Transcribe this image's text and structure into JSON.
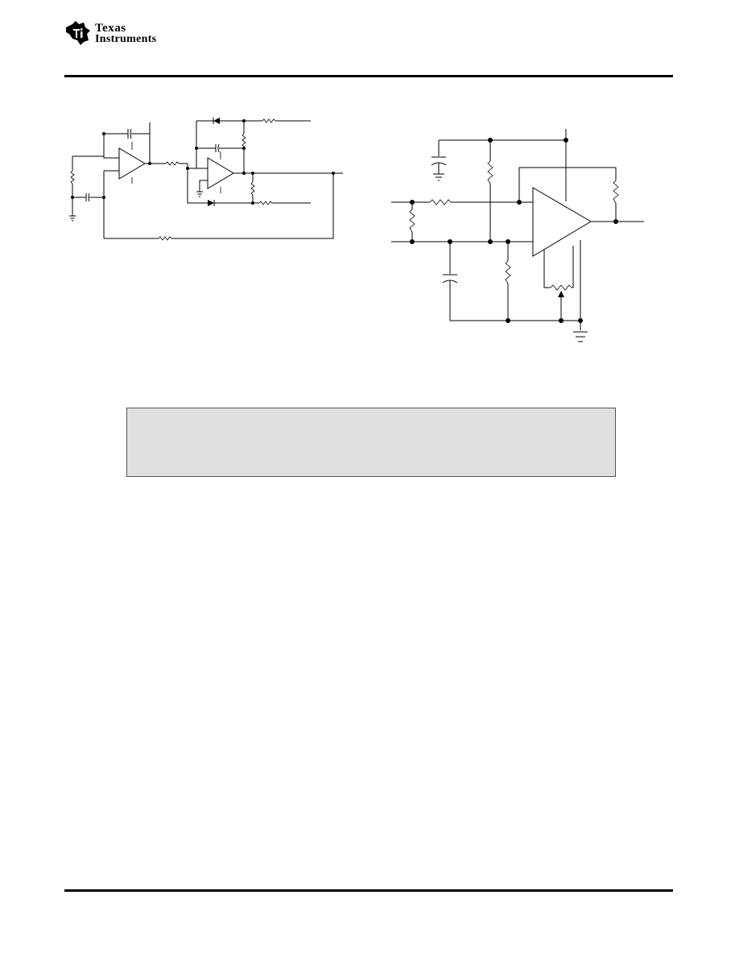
{
  "header": {
    "logo": {
      "line1": "Texas",
      "line2": "Instruments",
      "icon": "ti-state-logo-icon"
    }
  },
  "figures": [
    {
      "name": "left-schematic",
      "description_visible": ""
    },
    {
      "name": "right-schematic",
      "description_visible": ""
    }
  ],
  "note": {
    "text": ""
  },
  "colors": {
    "rule": "#000000",
    "note_background": "#e0e0e0",
    "note_border": "#555555"
  }
}
